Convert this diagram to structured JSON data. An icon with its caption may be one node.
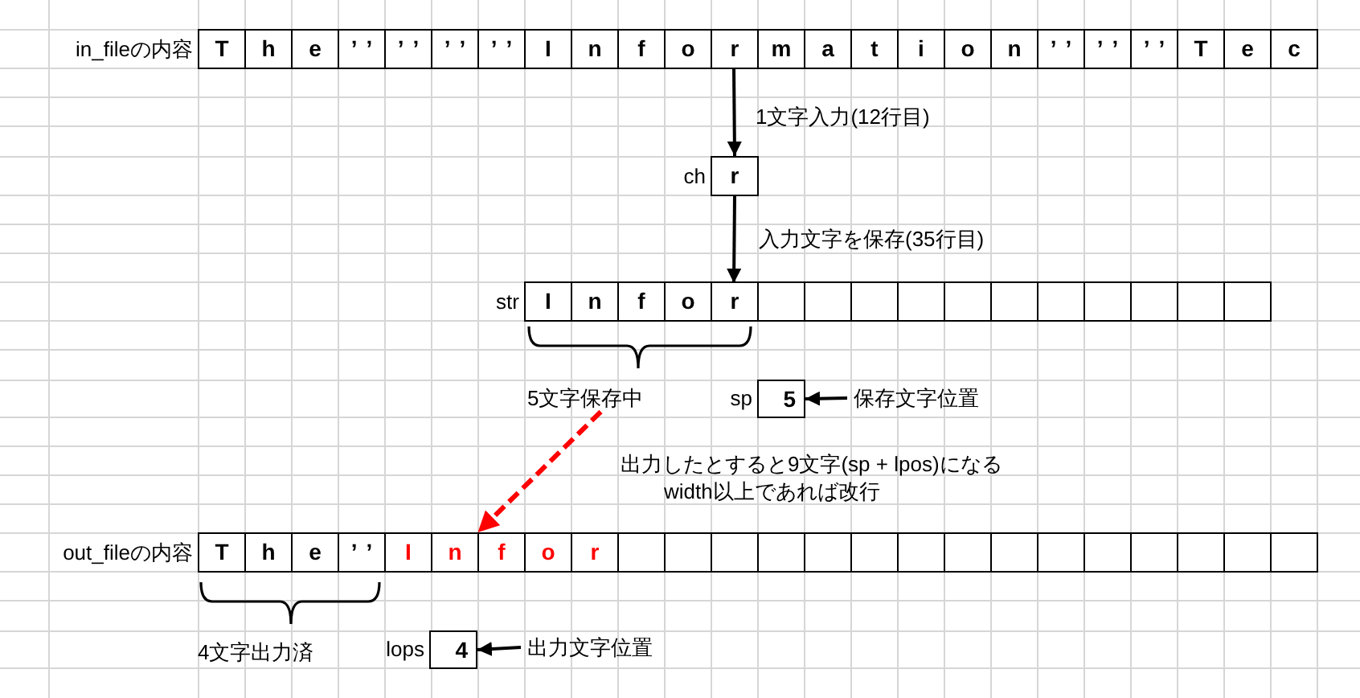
{
  "diagram": {
    "nodes": [
      {
        "text": [],
        "shape": "box",
        "beside": [
          "in_fileの内容"
        ]
      },
      {
        "text": [
          "T"
        ],
        "in": 0
      },
      {
        "text": [
          "h"
        ],
        "in": 0
      },
      {
        "text": [
          "e"
        ],
        "in": 0
      },
      {
        "text": [
          "’’"
        ],
        "in": 0
      },
      {
        "text": [
          "’’"
        ],
        "in": 0
      },
      {
        "text": [
          "’’"
        ],
        "in": 0
      },
      {
        "text": [
          "’’"
        ],
        "in": 0
      },
      {
        "text": [
          "I"
        ],
        "in": 0
      },
      {
        "text": [
          "n"
        ],
        "in": 0
      },
      {
        "text": [
          "f"
        ],
        "in": 0
      },
      {
        "text": [
          "o"
        ],
        "in": 0
      },
      {
        "text": [
          "r"
        ],
        "in": 0
      },
      {
        "text": [
          "m"
        ],
        "in": 0
      },
      {
        "text": [
          "a"
        ],
        "in": 0
      },
      {
        "text": [
          "t"
        ],
        "in": 0
      },
      {
        "text": [
          "i"
        ],
        "in": 0
      },
      {
        "text": [
          "o"
        ],
        "in": 0
      },
      {
        "text": [
          "n"
        ],
        "in": 0
      },
      {
        "text": [
          "’’"
        ],
        "in": 0
      },
      {
        "text": [
          "’’"
        ],
        "in": 0
      },
      {
        "text": [
          "’’"
        ],
        "in": 0
      },
      {
        "text": [
          "T"
        ],
        "in": 0
      },
      {
        "text": [
          "e"
        ],
        "in": 0
      },
      {
        "text": [
          "c"
        ],
        "in": 0
      },
      {
        "text": [
          "r"
        ],
        "beside": [
          "ch"
        ]
      },
      {
        "text": [],
        "shape": "box",
        "beside": [
          "str"
        ]
      },
      {
        "text": [
          "I"
        ],
        "in": 26
      },
      {
        "text": [
          "n"
        ],
        "in": 26
      },
      {
        "text": [
          "f"
        ],
        "in": 26
      },
      {
        "text": [
          "o"
        ],
        "in": 26
      },
      {
        "text": [
          "r"
        ],
        "in": 26
      },
      {
        "text": [],
        "shape": "box",
        "in": 26
      },
      {
        "text": [],
        "shape": "box",
        "in": 26
      },
      {
        "text": [],
        "shape": "box",
        "in": 26
      },
      {
        "text": [],
        "shape": "box",
        "in": 26
      },
      {
        "text": [],
        "shape": "box",
        "in": 26
      },
      {
        "text": [],
        "shape": "box",
        "in": 26
      },
      {
        "text": [],
        "shape": "box",
        "in": 26
      },
      {
        "text": [],
        "shape": "box",
        "in": 26
      },
      {
        "text": [],
        "shape": "box",
        "in": 26
      },
      {
        "text": [],
        "shape": "box",
        "in": 26
      },
      {
        "text": [],
        "shape": "box",
        "in": 26
      },
      {
        "text": [
          "5文字保存中"
        ]
      },
      {
        "text": [
          "5"
        ],
        "beside": [
          "sp"
        ]
      },
      {
        "text": [
          "保存文字位置"
        ]
      },
      {
        "text": [],
        "shape": "box",
        "beside": [
          "out_fileの内容"
        ]
      },
      {
        "text": [
          "T"
        ],
        "in": 46
      },
      {
        "text": [
          "h"
        ],
        "in": 46
      },
      {
        "text": [
          "e"
        ],
        "in": 46
      },
      {
        "text": [
          "’’"
        ],
        "in": 46
      },
      {
        "text": [
          "I"
        ],
        "in": 46
      },
      {
        "text": [
          "n"
        ],
        "in": 46
      },
      {
        "text": [
          "f"
        ],
        "in": 46
      },
      {
        "text": [
          "o"
        ],
        "in": 46
      },
      {
        "text": [
          "r"
        ],
        "in": 46
      },
      {
        "text": [],
        "shape": "box",
        "in": 46
      },
      {
        "text": [],
        "shape": "box",
        "in": 46
      },
      {
        "text": [],
        "shape": "box",
        "in": 46
      },
      {
        "text": [],
        "shape": "box",
        "in": 46
      },
      {
        "text": [],
        "shape": "box",
        "in": 46
      },
      {
        "text": [],
        "shape": "box",
        "in": 46
      },
      {
        "text": [],
        "shape": "box",
        "in": 46
      },
      {
        "text": [],
        "shape": "box",
        "in": 46
      },
      {
        "text": [],
        "shape": "box",
        "in": 46
      },
      {
        "text": [],
        "shape": "box",
        "in": 46
      },
      {
        "text": [],
        "shape": "box",
        "in": 46
      },
      {
        "text": [],
        "shape": "box",
        "in": 46
      },
      {
        "text": [],
        "shape": "box",
        "in": 46
      },
      {
        "text": [],
        "shape": "box",
        "in": 46
      },
      {
        "text": [],
        "shape": "box",
        "in": 46
      },
      {
        "text": [
          "4"
        ],
        "beside": [
          "lops"
        ]
      },
      {
        "text": [
          "出力文字位置"
        ]
      }
    ],
    "edges": [
      {
        "from": 12,
        "to": 25,
        "arrow": "to",
        "label": "1文字入力(12行目)"
      },
      {
        "from": 25,
        "to": 31,
        "arrow": "to",
        "label": "入力文字を保存(35行目)"
      },
      {
        "from": 45,
        "to": 44,
        "arrow": "to"
      },
      {
        "from": 43,
        "to": 46,
        "arrow": "to",
        "style": "dashed",
        "color": "#ff0000"
      },
      {
        "from": 72,
        "to": 71,
        "arrow": "to"
      }
    ],
    "labels": [
      "出力したとすると9文字(sp + lpos)になる",
      "width以上であれば改行",
      "4文字出力済"
    ]
  }
}
